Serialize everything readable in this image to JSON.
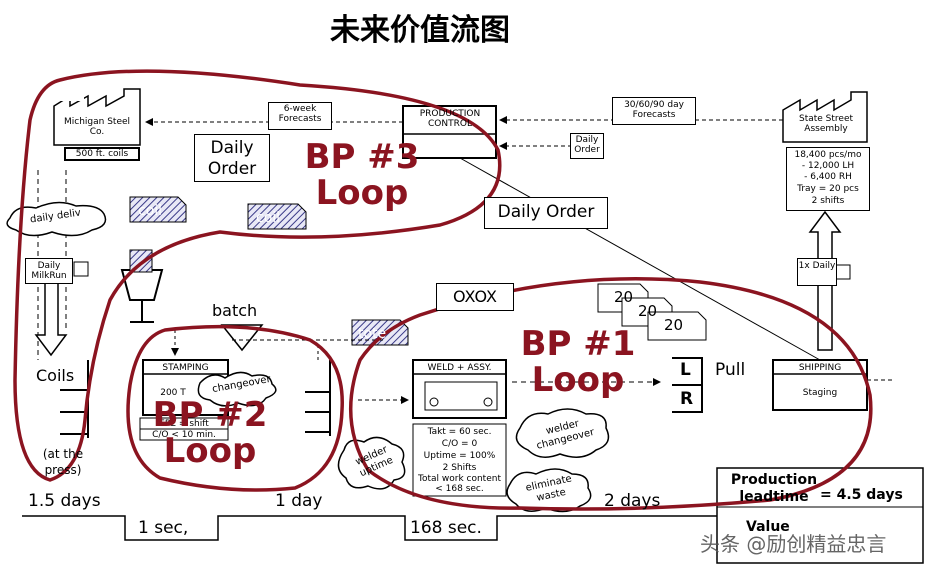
{
  "title": "未来价值流图",
  "supplier": {
    "name": "Michigan Steel Co.",
    "spec": "500 ft. coils"
  },
  "customer": {
    "name": "State Street Assembly",
    "specs": [
      "18,400 pcs/mo",
      "- 12,000 LH",
      "- 6,400 RH",
      "Tray = 20 pcs",
      "2 shifts"
    ]
  },
  "production_control": "PRODUCTION CONTROL",
  "forecast_supplier": "6-week Forecasts",
  "forecast_customer": "30/60/90 day Forecasts",
  "daily_order_small": "Daily Order",
  "daily_order_left": "Daily Order",
  "daily_order_mid": "Daily Order",
  "daily_deliv": "daily deliv",
  "daily_milkrun": "Daily MilkRun",
  "one_x_daily": "1x Daily",
  "coil_label": "coil",
  "batch": "batch",
  "tote": "tote",
  "oxox": "OXOX",
  "kanban_values": [
    "20",
    "20",
    "20"
  ],
  "coils": "Coils",
  "at_press": "(at the press)",
  "stamping": {
    "title": "STAMPING",
    "tonnage": "200 T",
    "specs": [
      "EPE = shift",
      "C/O < 10 min."
    ]
  },
  "changeover": "changeover",
  "weld": {
    "title": "WELD + ASSY.",
    "specs": [
      "Takt = 60 sec.",
      "C/O = 0",
      "Uptime = 100%",
      "2 Shifts",
      "Total work content < 168 sec."
    ]
  },
  "welder_changeover": "welder changeover",
  "welder_uptime": "welder uptime",
  "eliminate_waste": "eliminate waste",
  "supermarket": {
    "l": "L",
    "r": "R"
  },
  "pull": "Pull",
  "shipping": {
    "title": "SHIPPING",
    "sub": "Staging"
  },
  "loops": [
    "BP #3 Loop",
    "BP #2 Loop",
    "BP #1 Loop"
  ],
  "timeline": {
    "days": [
      "1.5 days",
      "1 day",
      "2 days"
    ],
    "times": [
      "1 sec,",
      "168 sec."
    ]
  },
  "lead_time": {
    "label": "Production leadtime",
    "value": "= 4.5 days",
    "value_label": "Value"
  },
  "watermark": "头条 @励创精益忠言",
  "colors": {
    "loop": "#8b1420",
    "hatch": "#3a3a88"
  }
}
